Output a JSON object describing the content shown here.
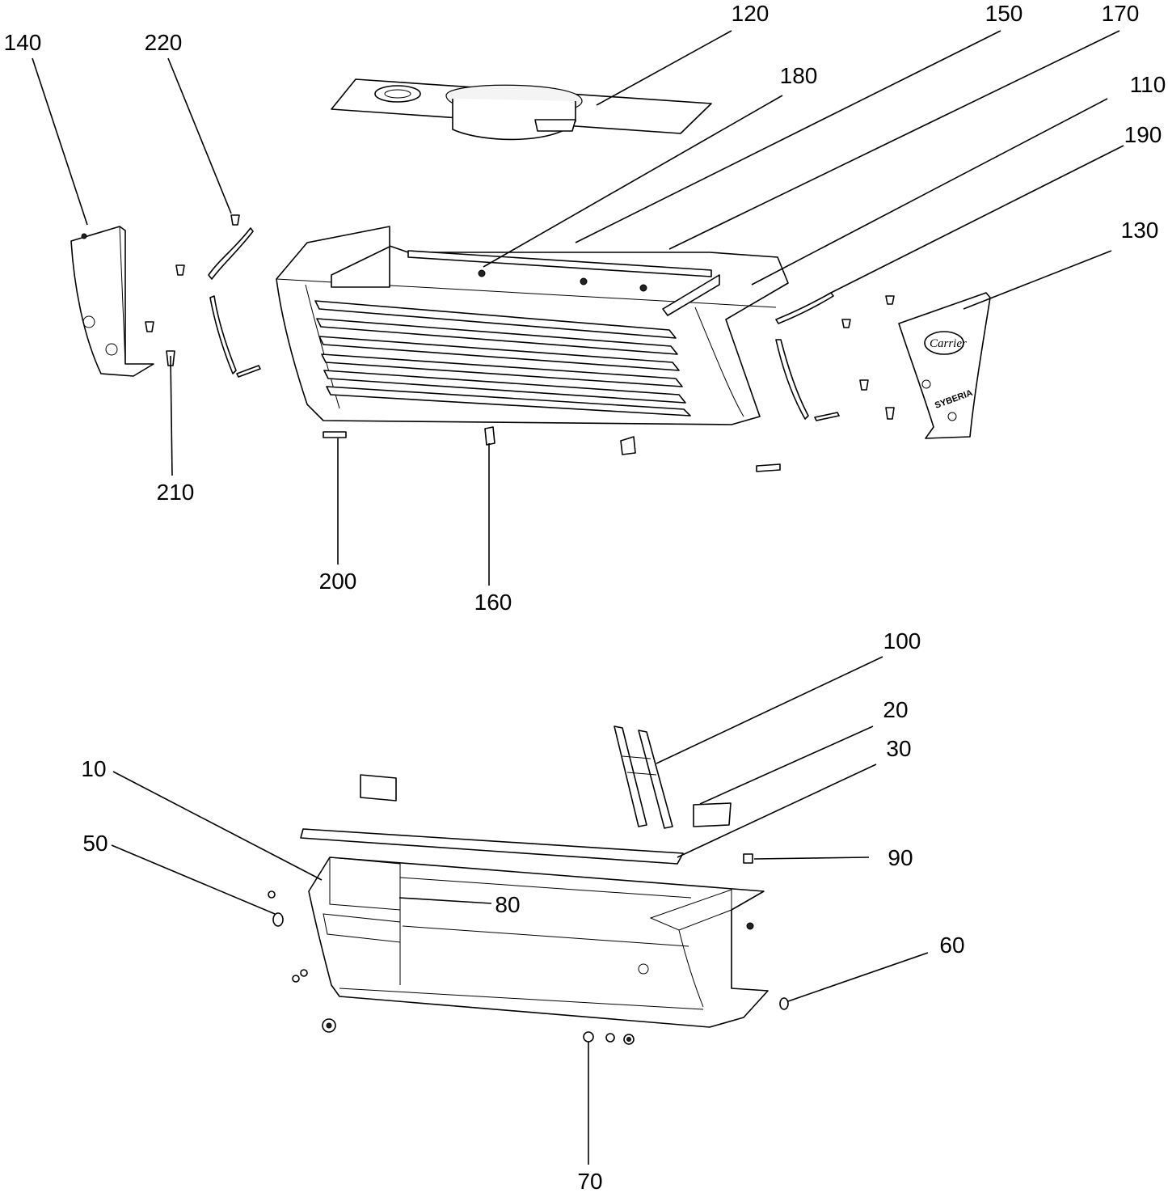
{
  "diagram": {
    "labels": [
      "120",
      "150",
      "170",
      "140",
      "220",
      "180",
      "110",
      "190",
      "130",
      "210",
      "200",
      "160",
      "100",
      "20",
      "30",
      "10",
      "50",
      "90",
      "80",
      "60",
      "70"
    ],
    "logo_text": "Carrier",
    "brand_text": "SYBERIA"
  }
}
